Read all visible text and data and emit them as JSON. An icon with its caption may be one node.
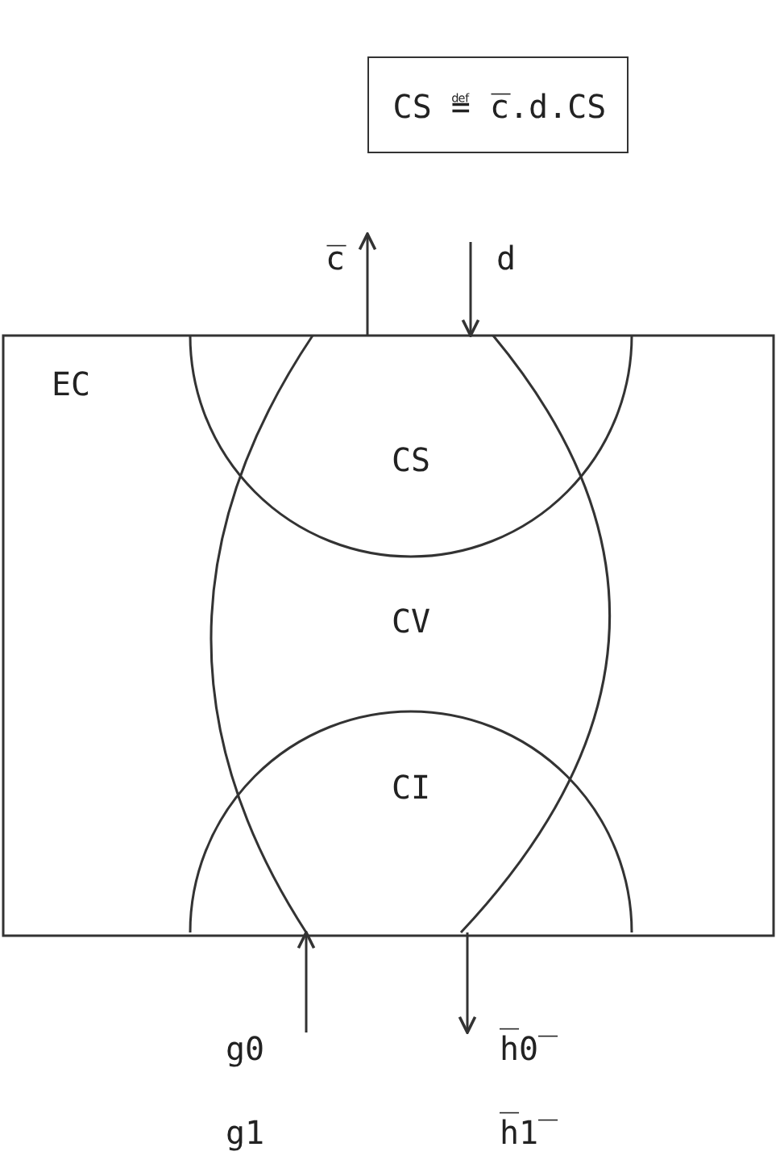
{
  "diagram": {
    "nodes": [
      {
        "text": [
          "CS ≝ c̅.d.CS"
        ]
      },
      {
        "text": [
          "EC"
        ]
      },
      {
        "text": [
          "CS"
        ],
        "in": 1
      },
      {
        "text": [
          "CV"
        ],
        "in": 1
      },
      {
        "text": [
          "CI"
        ],
        "in": 1
      }
    ],
    "edges": [
      {
        "from": 2,
        "to": null,
        "arrow": "to",
        "label": "c̅"
      },
      {
        "from": null,
        "to": 2,
        "arrow": "to",
        "label": "d"
      },
      {
        "from": null,
        "to": 4,
        "arrow": "to",
        "label": "g0"
      },
      {
        "from": 4,
        "to": null,
        "arrow": "to",
        "label": "h̅0̅"
      }
    ],
    "labels": [
      "g1",
      "h̅1̅"
    ]
  }
}
